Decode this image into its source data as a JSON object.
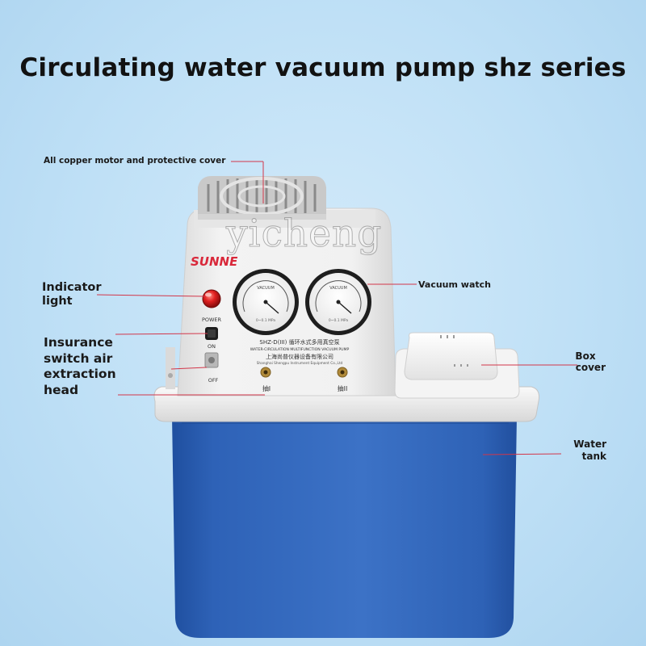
{
  "title": "Circulating water vacuum pump shz series",
  "watermark": "yicheng",
  "callouts": {
    "motor": "All copper motor and protective cover",
    "indicator_line1": "Indicator",
    "indicator_line2": "light",
    "insurance_line1": "Insurance",
    "insurance_line2": "switch air",
    "insurance_line3": "extraction",
    "insurance_line4": "head",
    "vacuum": "Vacuum watch",
    "box_line1": "Box",
    "box_line2": "cover",
    "water_line1": "Water",
    "water_line2": "tank"
  },
  "device": {
    "brand": "SUNNE",
    "power_label": "POWER",
    "on_label": "ON",
    "off_label": "OFF",
    "model_line": "SHZ-D(III) 循环水式多用真空泵",
    "english_line": "WATER-CIRCULATION MULTIFUNCTION VACUUM PUMP",
    "maker_cn": "上海尚普仪器设备有限公司",
    "maker_en": "Shanghai Shengpu Instrument Equipment Co.,Ltd",
    "port1_label": "抽I",
    "port2_label": "抽II",
    "gauge_label": "VACUUM",
    "gauge_range": "0~0.1 MPa"
  },
  "colors": {
    "background": "#bfe0f6",
    "tank_blue": "#2f63b6",
    "body_white": "#eeeeee",
    "callout_line": "#d2364a",
    "brand_red": "#d9283a"
  }
}
